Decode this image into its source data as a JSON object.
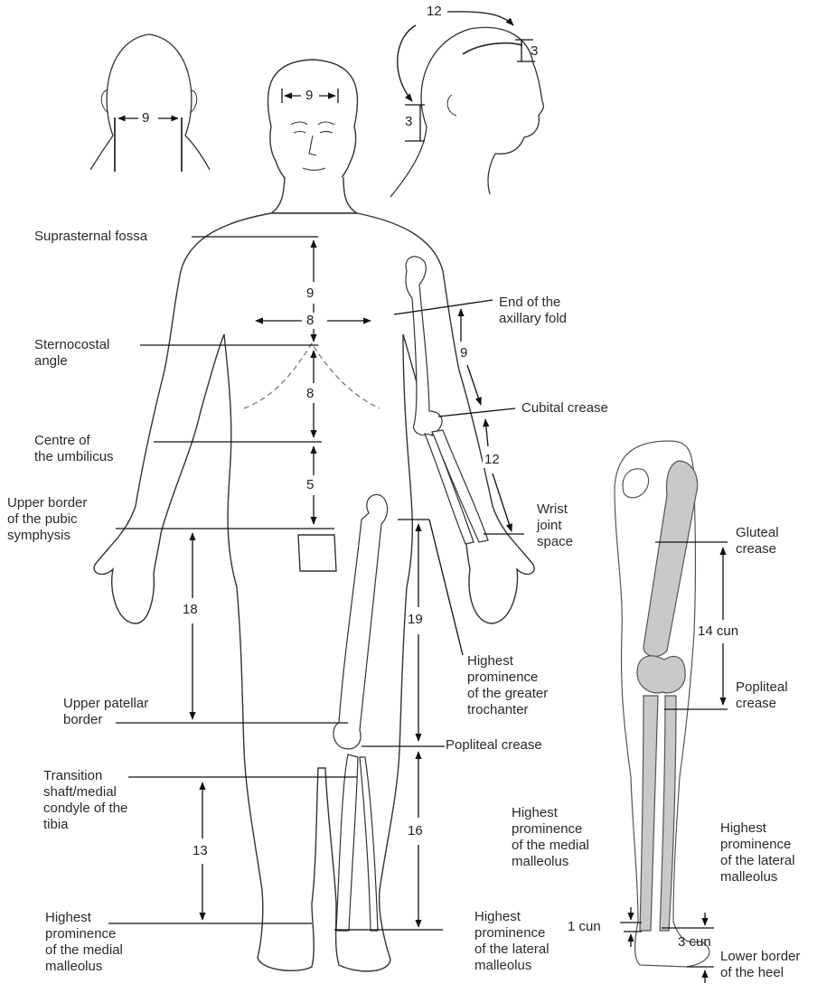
{
  "labels": {
    "suprasternal_fossa": "Suprasternal fossa",
    "sternocostal_angle": [
      "Sternocostal",
      "angle"
    ],
    "umbilicus": [
      "Centre of",
      "the umbilicus"
    ],
    "pubic_symphysis": [
      "Upper border",
      "of the pubic",
      "symphysis"
    ],
    "axillary_fold": [
      "End of the",
      "axillary fold"
    ],
    "cubital_crease": "Cubital crease",
    "wrist_joint": [
      "Wrist",
      "joint",
      "space"
    ],
    "greater_trochanter": [
      "Highest",
      "prominence",
      "of the greater",
      "trochanter"
    ],
    "upper_patellar": [
      "Upper patellar",
      "border"
    ],
    "popliteal_crease_front": "Popliteal crease",
    "tibia_transition": [
      "Transition",
      "shaft/medial",
      "condyle of the",
      "tibia"
    ],
    "medial_malleolus_front": [
      "Highest",
      "prominence",
      "of the medial",
      "malleolus"
    ],
    "lateral_malleolus_front": [
      "Highest",
      "prominence",
      "of the lateral",
      "malleolus"
    ],
    "gluteal_crease": [
      "Gluteal",
      "crease"
    ],
    "popliteal_crease_back": [
      "Popliteal",
      "crease"
    ],
    "medial_malleolus_back": [
      "Highest",
      "prominence",
      "of the medial",
      "malleolus"
    ],
    "lateral_malleolus_back": [
      "Highest",
      "prominence",
      "of the lateral",
      "malleolus"
    ],
    "heel": [
      "Lower border",
      "of the heel"
    ]
  },
  "measures": {
    "neck_width": "9",
    "forehead_width": "9",
    "head_arc": "12",
    "hairline_front": "3",
    "hairline_back": "3",
    "chest_vertical": "9",
    "nipple_width": "8",
    "upper_abdomen": "8",
    "lower_abdomen": "5",
    "upper_arm": "9",
    "forearm": "12",
    "thigh_medial": "18",
    "thigh_lateral": "19",
    "lower_leg_medial": "13",
    "lower_leg_lateral": "16",
    "back_thigh": "14 cun",
    "back_medial_ankle": "1 cun",
    "back_lateral_ankle": "3 cun"
  }
}
